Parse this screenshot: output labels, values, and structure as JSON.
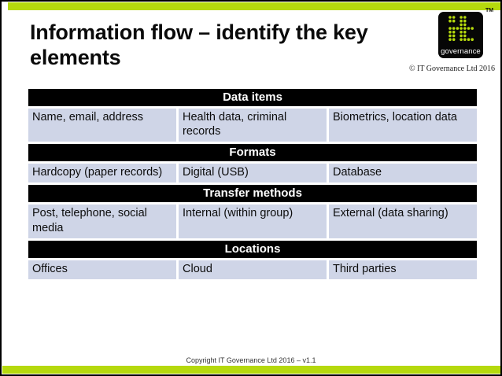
{
  "slide": {
    "title_lines": [
      "Information flow – identify the key",
      "elements"
    ],
    "logo": {
      "word": "governance",
      "tm": "TM",
      "copyright": "© IT Governance Ltd 2016"
    },
    "footer": "Copyright IT Governance Ltd 2016 – v1.1"
  },
  "colors": {
    "brand_green": "#b5d90d",
    "table_header_bg": "#000000",
    "table_header_text": "#ffffff",
    "table_cell_bg": "#cfd5e7",
    "frame_border": "#000000"
  },
  "table": {
    "sections": [
      {
        "header": "Data items",
        "cells": [
          "Name, email, address",
          "Health data, criminal records",
          "Biometrics, location data"
        ]
      },
      {
        "header": "Formats",
        "cells": [
          "Hardcopy (paper records)",
          "Digital (USB)",
          "Database"
        ]
      },
      {
        "header": "Transfer methods",
        "cells": [
          "Post, telephone, social media",
          "Internal (within group)",
          "External (data sharing)"
        ]
      },
      {
        "header": "Locations",
        "cells": [
          "Offices",
          "Cloud",
          "Third parties"
        ]
      }
    ]
  }
}
